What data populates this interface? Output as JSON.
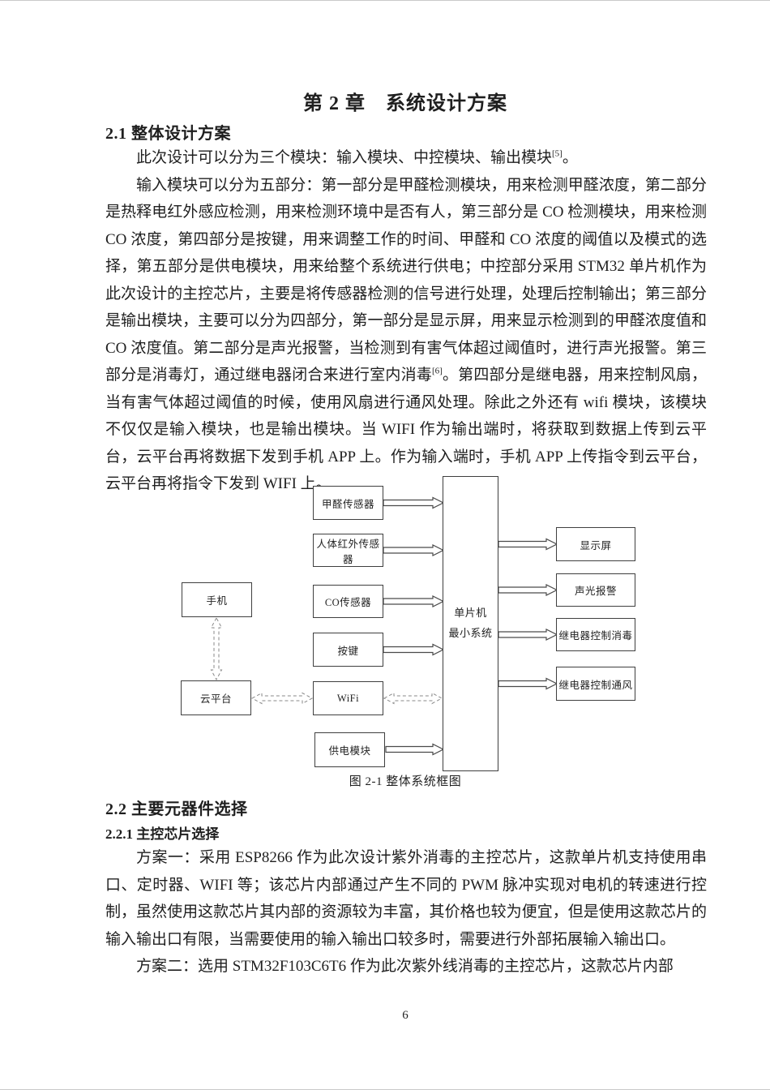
{
  "chapter": {
    "title": "第 2 章　系统设计方案",
    "page_number": "6"
  },
  "section21": {
    "heading": "2.1 整体设计方案",
    "para1": {
      "text": "此次设计可以分为三个模块：输入模块、中控模块、输出模块",
      "ref": "[5]",
      "tail": "。"
    },
    "para2": {
      "text_a": "输入模块可以分为五部分：第一部分是甲醛检测模块，用来检测甲醛浓度，第二部分是热释电红外感应检测，用来检测环境中是否有人，第三部分是 CO 检测模块，用来检测 CO 浓度，第四部分是按键，用来调整工作的时间、甲醛和 CO 浓度的阈值以及模式的选择，第五部分是供电模块，用来给整个系统进行供电；中控部分采用 STM32 单片机作为此次设计的主控芯片，主要是将传感器检测的信号进行处理，处理后控制输出；第三部分是输出模块，主要可以分为四部分，第一部分是显示屏，用来显示检测到的甲醛浓度值和 CO 浓度值。第二部分是声光报警，当检测到有害气体超过阈值时，进行声光报警。第三部分是消毒灯，通过继电器闭合来进行室内消毒",
      "ref": "[6]",
      "text_b": "。第四部分是继电器，用来控制风扇，当有害气体超过阈值的时候，使用风扇进行通风处理。除此之外还有 wifi 模块，该模块不仅仅是输入模块，也是输出模块。当 WIFI 作为输出端时，将获取到数据上传到云平台，云平台再将数据下发到手机 APP 上。作为输入端时，手机 APP 上传指令到云平台，云平台再将指令下发到 WIFI 上。"
    }
  },
  "figure": {
    "caption": "图 2-1 整体系统框图",
    "boxes": {
      "phone": "手机",
      "cloud": "云平台",
      "hcho_sensor": "甲醛传感器",
      "pir_sensor": "人体红外传感器",
      "co_sensor": "CO传感器",
      "keys": "按键",
      "wifi": "WiFi",
      "power": "供电模块",
      "mcu_line1": "单片机",
      "mcu_line2": "最小系统",
      "display": "显示屏",
      "alarm": "声光报警",
      "relay_disinfect": "继电器控制消毒",
      "relay_vent": "继电器控制通风"
    }
  },
  "section22": {
    "heading": "2.2 主要元器件选择",
    "subheading": "2.2.1 主控芯片选择",
    "para1": "方案一：采用 ESP8266 作为此次设计紫外消毒的主控芯片，这款单片机支持使用串口、定时器、WIFI 等；该芯片内部通过产生不同的 PWM 脉冲实现对电机的转速进行控制，虽然使用这款芯片其内部的资源较为丰富，其价格也较为便宜，但是使用这款芯片的输入输出口有限，当需要使用的输入输出口较多时，需要进行外部拓展输入输出口。",
    "para2": "方案二：选用 STM32F103C6T6 作为此次紫外线消毒的主控芯片，这款芯片内部"
  }
}
